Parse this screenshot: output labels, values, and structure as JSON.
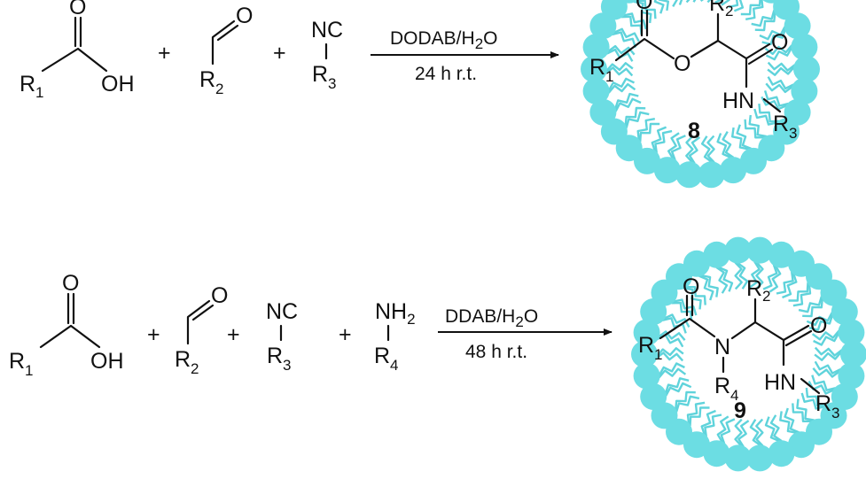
{
  "colors": {
    "micelle": "#6cdde3",
    "ink": "#111111"
  },
  "reaction_top": {
    "reagents": {
      "acid": {
        "r": "R",
        "r_sub": "1",
        "o": "O",
        "oh": "OH"
      },
      "aldehyde": {
        "r": "R",
        "r_sub": "2",
        "o": "O"
      },
      "isocyanide": {
        "nc": "NC",
        "r": "R",
        "r_sub": "3"
      }
    },
    "plus": "+",
    "conditions": {
      "above_main": "DODAB/H",
      "above_sub": "2",
      "above_end": "O",
      "below": "24 h r.t."
    },
    "product": {
      "atoms": {
        "o_carbonyl": "O",
        "r2": "R",
        "r2_sub": "2",
        "o_ester": "O",
        "o_amide": "O",
        "r1": "R",
        "r1_sub": "1",
        "hn": "HN",
        "r3": "R",
        "r3_sub": "3"
      },
      "compound_number": "8"
    }
  },
  "reaction_bottom": {
    "reagents": {
      "acid": {
        "r": "R",
        "r_sub": "1",
        "o": "O",
        "oh": "OH"
      },
      "aldehyde": {
        "r": "R",
        "r_sub": "2",
        "o": "O"
      },
      "isocyanide": {
        "nc": "NC",
        "r": "R",
        "r_sub": "3"
      },
      "amine": {
        "nh": "NH",
        "nh_sub": "2",
        "r": "R",
        "r_sub": "4"
      }
    },
    "plus": "+",
    "conditions": {
      "above_main": "DDAB/H",
      "above_sub": "2",
      "above_end": "O",
      "below": "48 h r.t."
    },
    "product": {
      "atoms": {
        "o_carbonyl": "O",
        "r2": "R",
        "r2_sub": "2",
        "o_amide": "O",
        "r1": "R",
        "r1_sub": "1",
        "n": "N",
        "r4": "R",
        "r4_sub": "4",
        "hn": "HN",
        "r3": "R",
        "r3_sub": "3"
      },
      "compound_number": "9"
    }
  }
}
